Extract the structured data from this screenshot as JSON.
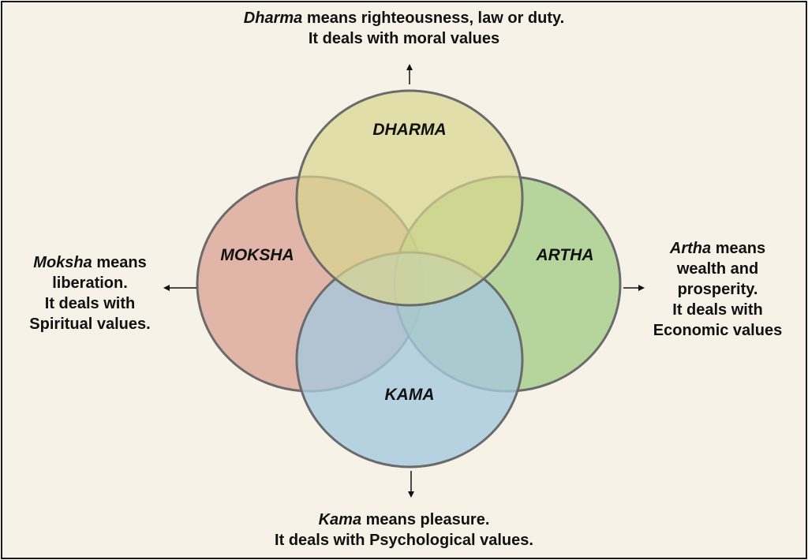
{
  "circles": {
    "dharma": {
      "label": "DHARMA",
      "fill": "#d8d68f"
    },
    "moksha": {
      "label": "MOKSHA",
      "fill": "#dca597"
    },
    "artha": {
      "label": "ARTHA",
      "fill": "#a6cd88"
    },
    "kama": {
      "label": "KAMA",
      "fill": "#a6c8dc"
    }
  },
  "captions": {
    "dharma": {
      "term": "Dharma",
      "line1_rest": " means righteousness, law or duty.",
      "line2": "It deals with moral values"
    },
    "moksha": {
      "term": "Moksha",
      "line1_rest": " means",
      "line2": "liberation.",
      "line3": "It deals with",
      "line4": "Spiritual values."
    },
    "artha": {
      "term": "Artha",
      "line1_rest": " means",
      "line2": "wealth and",
      "line3": "prosperity.",
      "line4": "It  deals with",
      "line5": "Economic values"
    },
    "kama": {
      "term": "Kama",
      "line1_rest": " means pleasure.",
      "line2": "It deals with Psychological values."
    }
  },
  "colors": {
    "background": "#f6f2e8",
    "circle_stroke": "#6b6b6b",
    "text": "#111111"
  }
}
